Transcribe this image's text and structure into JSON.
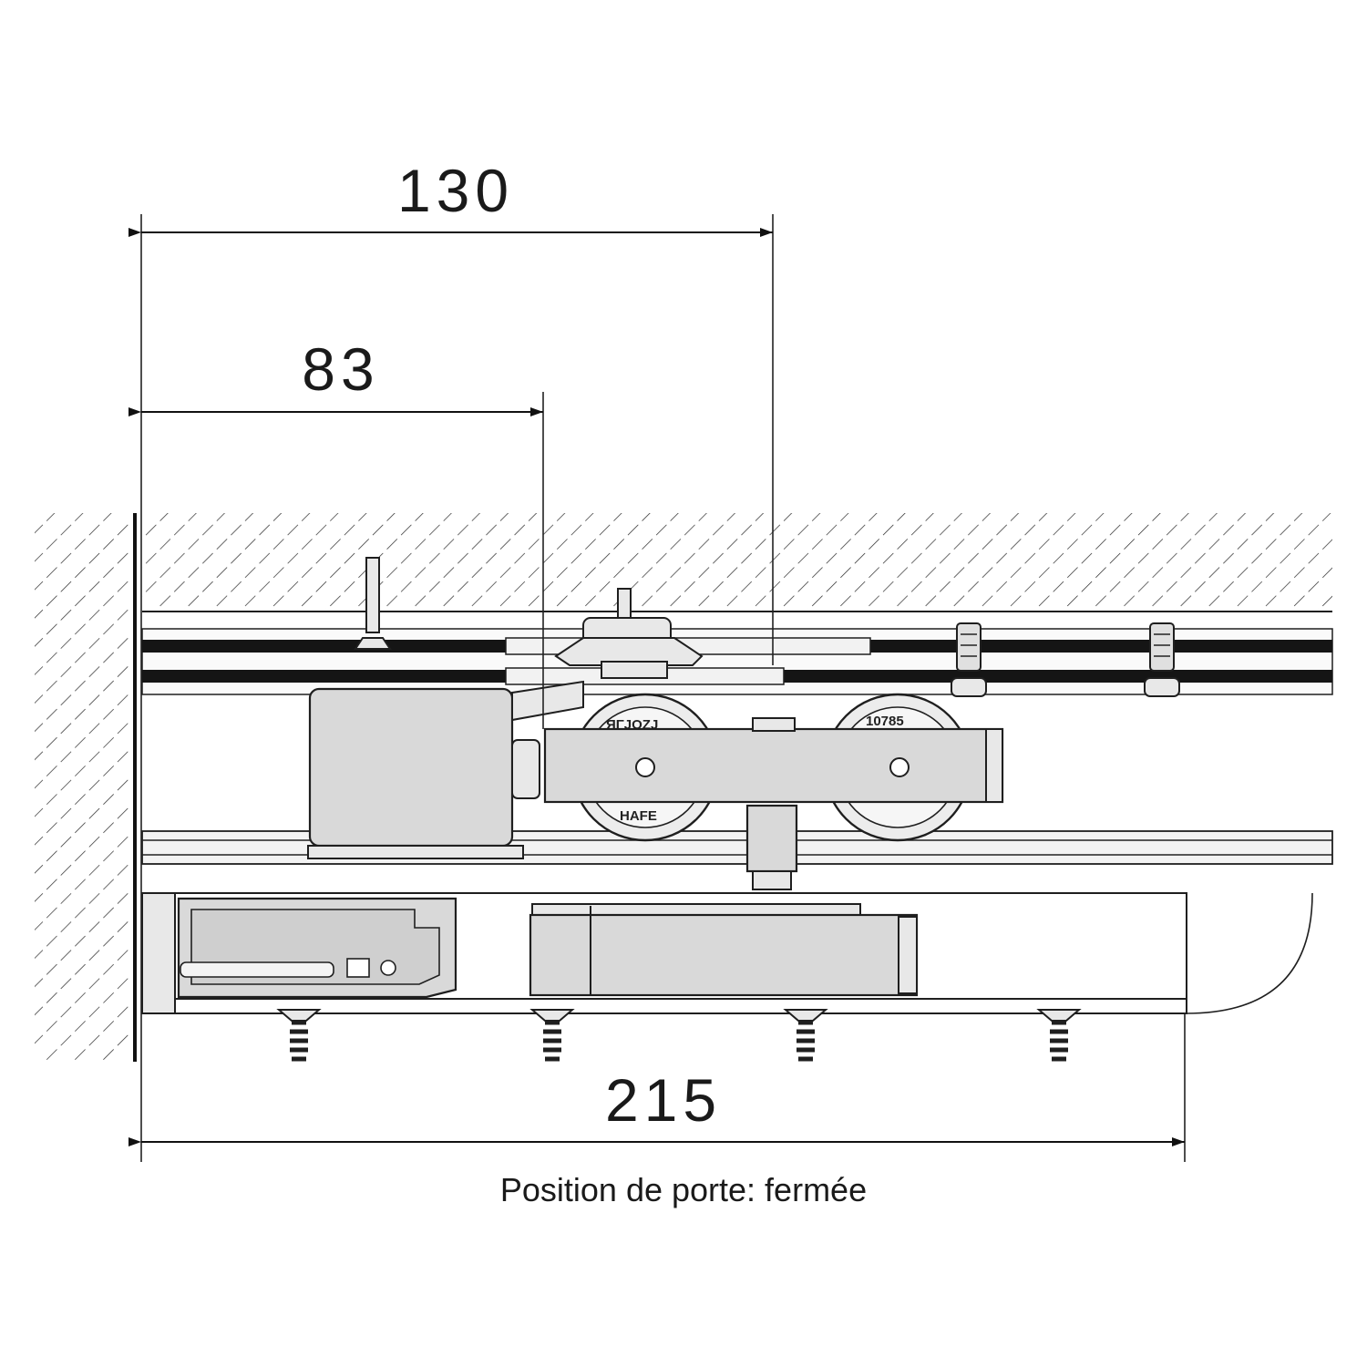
{
  "dimensions": {
    "d130": "130",
    "d83": "83",
    "d215": "215"
  },
  "caption": "Position de porte: fermée",
  "wheel_markings": {
    "left_top": "ЯΓJOZJ",
    "left_bottom": "HAFE",
    "right_top": "10785"
  },
  "colors": {
    "line": "#1f1f1f",
    "part_fill": "#d9d9d9",
    "hatch": "#2a2a2a"
  }
}
